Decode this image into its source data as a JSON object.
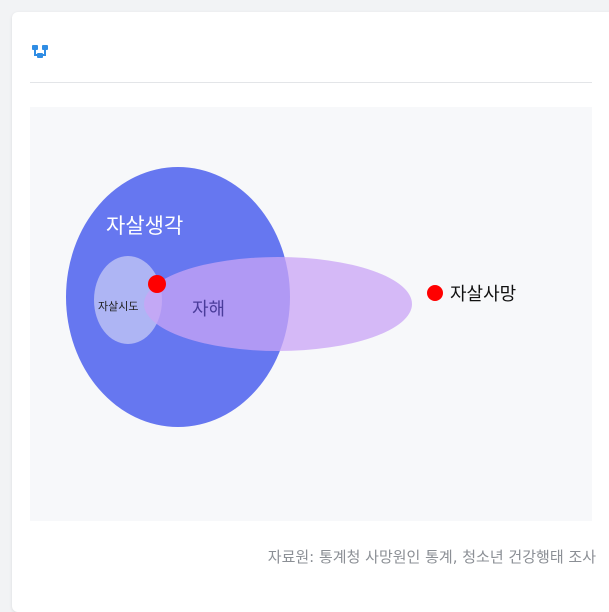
{
  "header": {
    "icon": "diagram-icon"
  },
  "diagram": {
    "outer_label": "자살생각",
    "small_label": "자살시도",
    "ellipse_label": "자해",
    "point_label": "자살사망"
  },
  "colors": {
    "outer_circle": "#6677f0",
    "inner_circle": "#aeb5f2",
    "ellipse": "#c9a4f6",
    "dot": "#ff0000",
    "icon": "#2f8de4"
  },
  "footer": {
    "source": "자료원: 통계청 사망원인 통계, 청소년 건강행태 조사"
  }
}
